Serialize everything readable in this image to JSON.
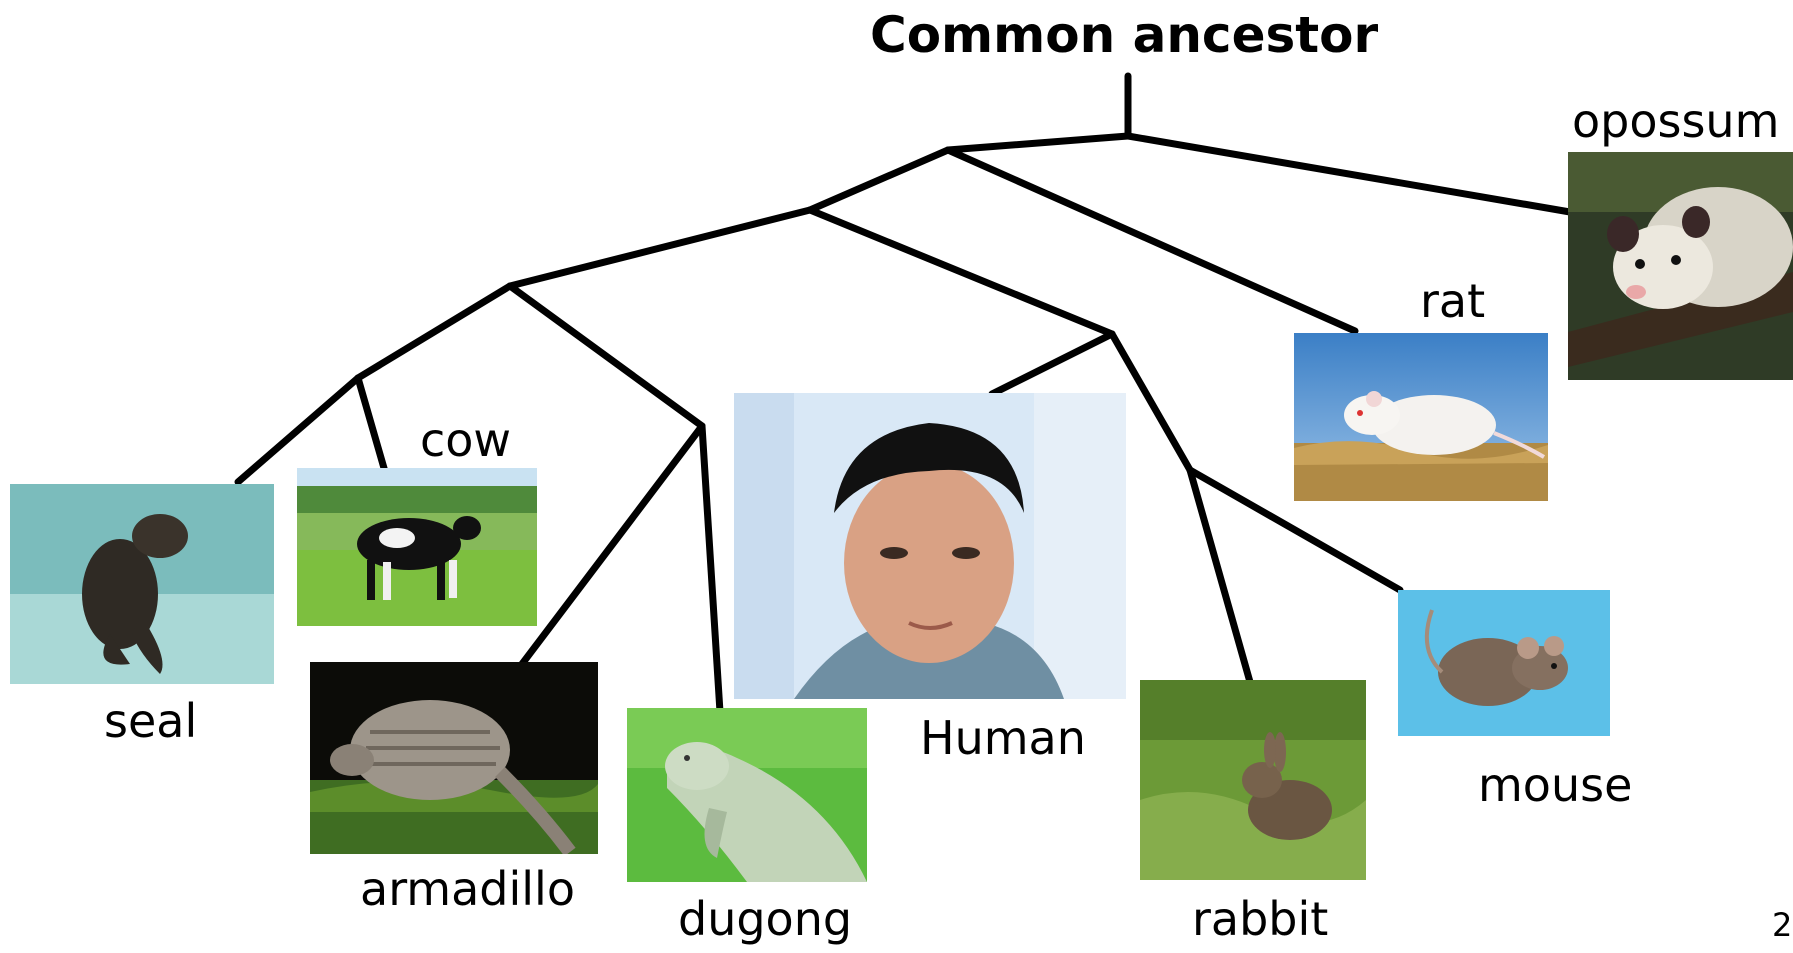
{
  "title": "Common ancestor",
  "labels": {
    "opossum": "opossum",
    "rat": "rat",
    "cow": "cow",
    "seal": "seal",
    "human": "Human",
    "armadillo": "armadillo",
    "dugong": "dugong",
    "rabbit": "rabbit",
    "mouse": "mouse"
  },
  "page_number": "2"
}
